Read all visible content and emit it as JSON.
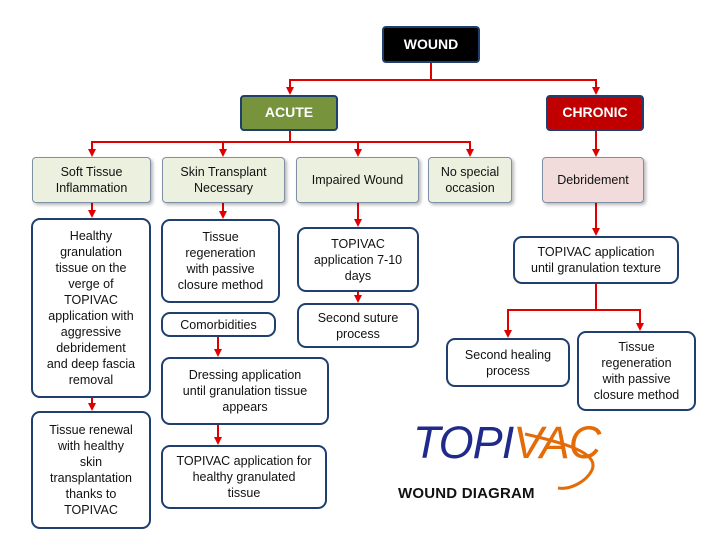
{
  "root": "WOUND",
  "acute": {
    "label": "ACUTE",
    "soft_tissue": "Soft Tissue\nInflammation",
    "skin_transplant": "Skin Transplant\nNecessary",
    "impaired": "Impaired Wound",
    "no_special": "No special\noccasion",
    "healthy_granulation": "Healthy\ngranulation\ntissue on the\nverge of\nTOPIVAC\napplication with\naggressive\ndebridement\nand deep fascia\nremoval",
    "tissue_renewal": "Tissue renewal\nwith healthy\nskin\ntransplantation\nthanks to\nTOPIVAC",
    "tissue_regen_passive": "Tissue\nregeneration\nwith passive\nclosure method",
    "comorbidities": "Comorbidities",
    "dressing": "Dressing application\nuntil granulation tissue\nappears",
    "topivac_healthy": "TOPIVAC application for\nhealthy granulated\ntissue",
    "topivac_7_10": "TOPIVAC\napplication 7-10\ndays",
    "second_suture": "Second suture\nprocess"
  },
  "chronic": {
    "label": "CHRONIC",
    "debridement": "Debridement",
    "topivac_until": "TOPIVAC application\nuntil granulation texture",
    "second_healing": "Second healing\nprocess",
    "tissue_regen": "Tissue\nregeneration\nwith passive\nclosure method"
  },
  "logo": {
    "part1": "TOPI",
    "part2": "VAC",
    "subtitle": "WOUND DIAGRAM"
  },
  "colors": {
    "connector": "#e00000",
    "acute": "#77933c",
    "chronic": "#c00000",
    "root": "#000000"
  }
}
